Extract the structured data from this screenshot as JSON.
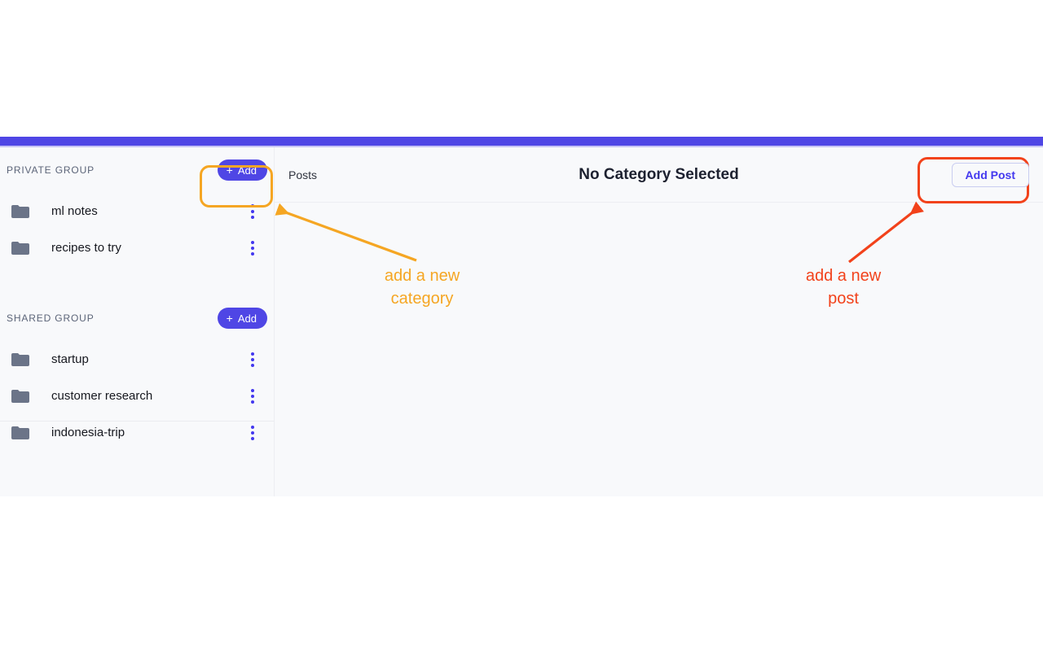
{
  "theme": {
    "accent_bar_color": "#4f46e5",
    "primary_button_color": "#4f46e5",
    "app_background": "#f8f9fb",
    "annotation_orange": "#f5a623",
    "annotation_red": "#f2421b"
  },
  "sidebar": {
    "groups": [
      {
        "title": "PRIVATE GROUP",
        "add_button_label": "Add",
        "add_button_icon": "plus-icon",
        "items": [
          {
            "label": "ml notes",
            "icon": "folder-icon",
            "menu_icon": "kebab-menu-icon"
          },
          {
            "label": "recipes to try",
            "icon": "folder-icon",
            "menu_icon": "kebab-menu-icon"
          }
        ]
      },
      {
        "title": "SHARED GROUP",
        "add_button_label": "Add",
        "add_button_icon": "plus-icon",
        "items": [
          {
            "label": "startup",
            "icon": "folder-icon",
            "menu_icon": "kebab-menu-icon"
          },
          {
            "label": "customer research",
            "icon": "folder-icon",
            "menu_icon": "kebab-menu-icon"
          },
          {
            "label": "indonesia-trip",
            "icon": "folder-icon",
            "menu_icon": "kebab-menu-icon"
          }
        ]
      }
    ]
  },
  "main": {
    "posts_label": "Posts",
    "page_title": "No Category Selected",
    "add_post_label": "Add Post"
  },
  "annotations": [
    {
      "id": "add-category",
      "text": "add a new\ncategory",
      "color": "#f5a623",
      "target": "private-group-add-button"
    },
    {
      "id": "add-post",
      "text": "add a new\npost",
      "color": "#f2421b",
      "target": "add-post-button"
    }
  ]
}
